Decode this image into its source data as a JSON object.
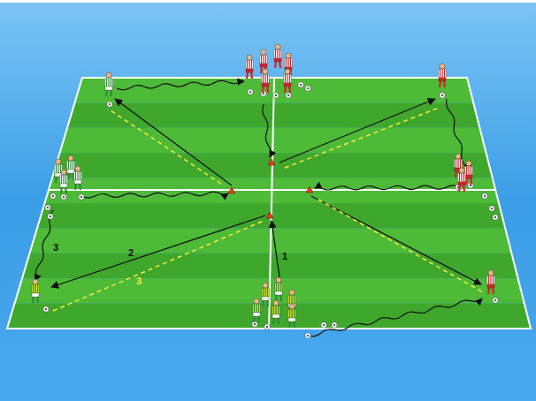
{
  "diagram": {
    "labels": [
      "1",
      "2",
      "3",
      "3"
    ]
  }
}
